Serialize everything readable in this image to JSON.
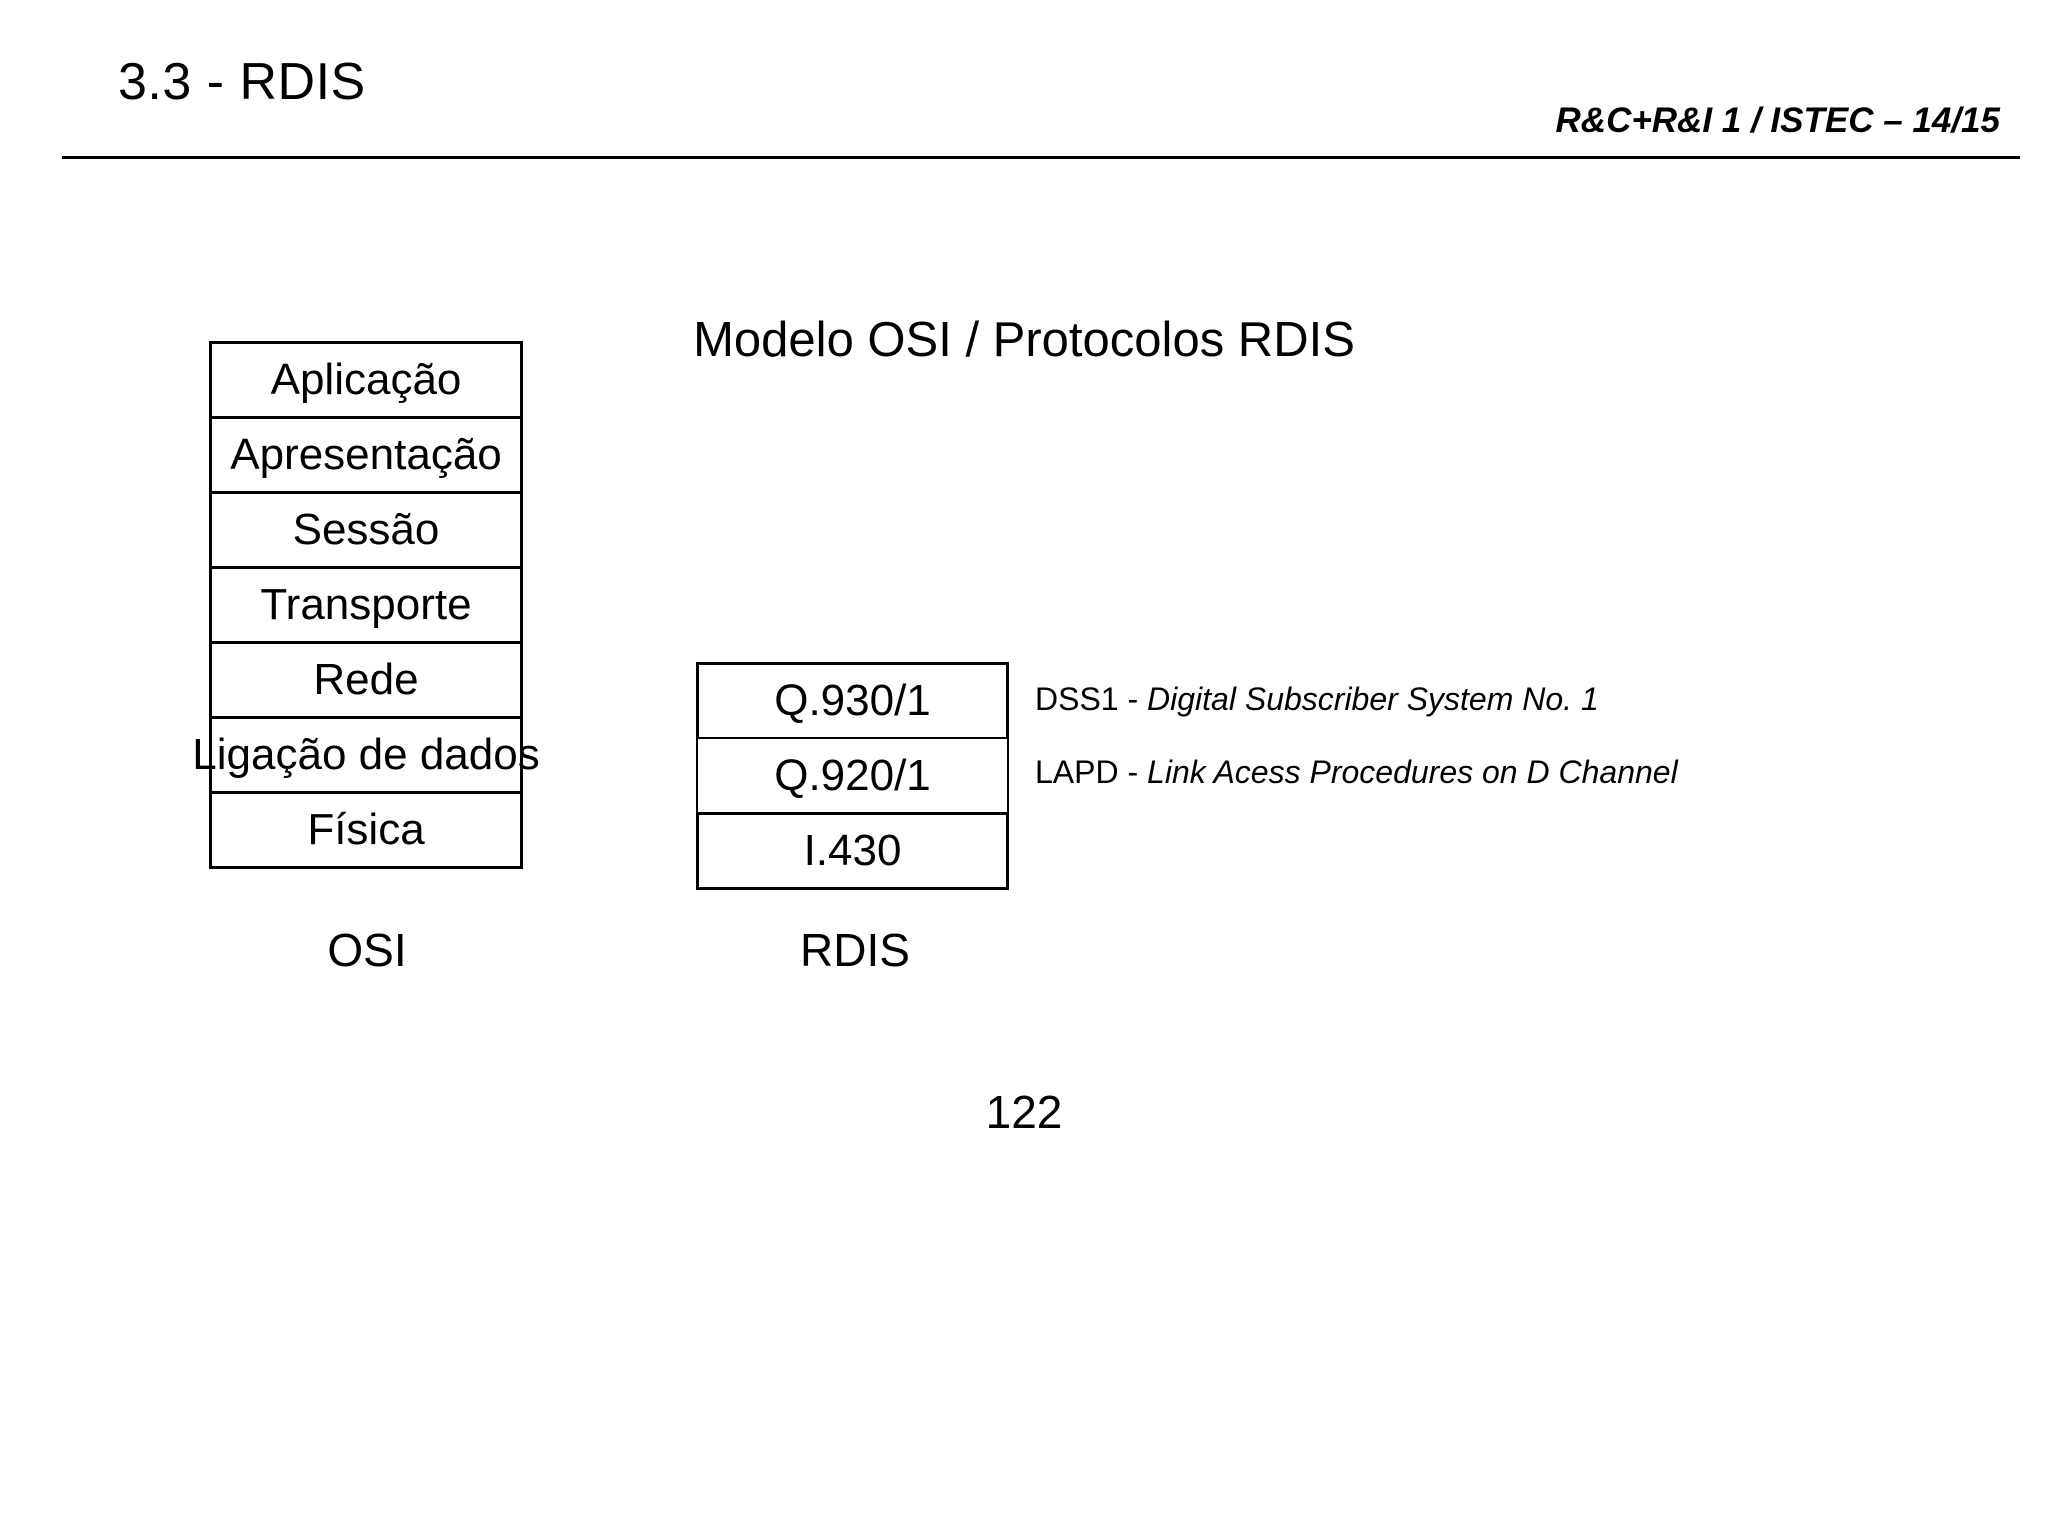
{
  "header": {
    "slide_title": "3.3 - RDIS",
    "course_line": "R&C+R&I 1 / ISTEC – 14/15"
  },
  "diagram": {
    "title": "Modelo OSI / Protocolos RDIS",
    "osi_stack": {
      "caption": "OSI",
      "layers": [
        {
          "label": "Aplicação"
        },
        {
          "label": "Apresentação"
        },
        {
          "label": "Sessão"
        },
        {
          "label": "Transporte"
        },
        {
          "label": "Rede"
        },
        {
          "label": "Ligação de dados"
        },
        {
          "label": "Física"
        }
      ]
    },
    "rdis_stack": {
      "caption": "RDIS",
      "layers": [
        {
          "label": "Q.930/1"
        },
        {
          "label": "Q.920/1"
        },
        {
          "label": "I.430"
        }
      ]
    },
    "legend": [
      {
        "abbr": "DSS1 - ",
        "expansion": "Digital Subscriber System No. 1"
      },
      {
        "abbr": "LAPD - ",
        "expansion": "Link Acess Procedures on D Channel"
      }
    ]
  },
  "footer": {
    "page_number": "122"
  },
  "colors": {
    "ink": "#000000",
    "page": "#ffffff"
  }
}
